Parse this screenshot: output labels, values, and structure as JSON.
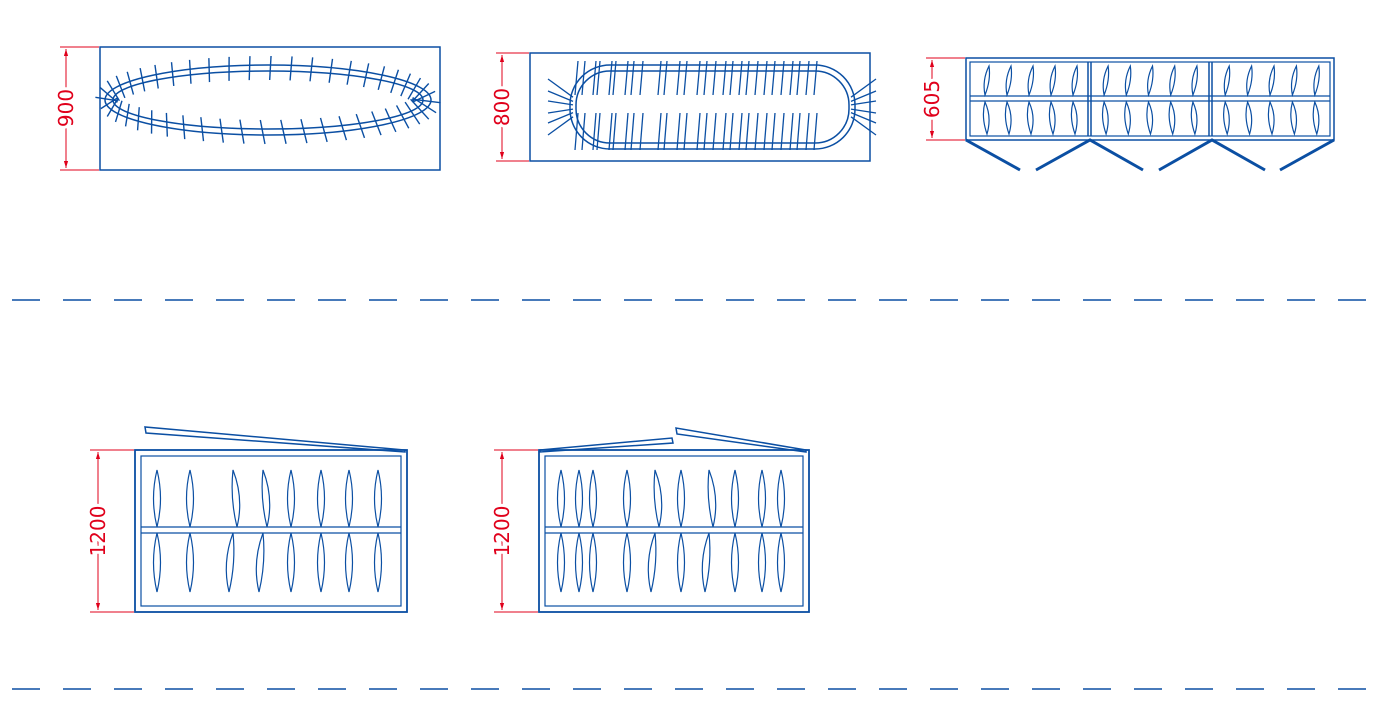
{
  "drawings": [
    {
      "id": "plan-oval",
      "dimension": "900"
    },
    {
      "id": "plan-stadium",
      "dimension": "800"
    },
    {
      "id": "plan-triple",
      "dimension": "605"
    },
    {
      "id": "elevation-a",
      "dimension": "1200"
    },
    {
      "id": "elevation-b",
      "dimension": "1200"
    }
  ],
  "colors": {
    "line": "#0b4fa3",
    "dimension": "#e0001b",
    "background": "#ffffff"
  }
}
